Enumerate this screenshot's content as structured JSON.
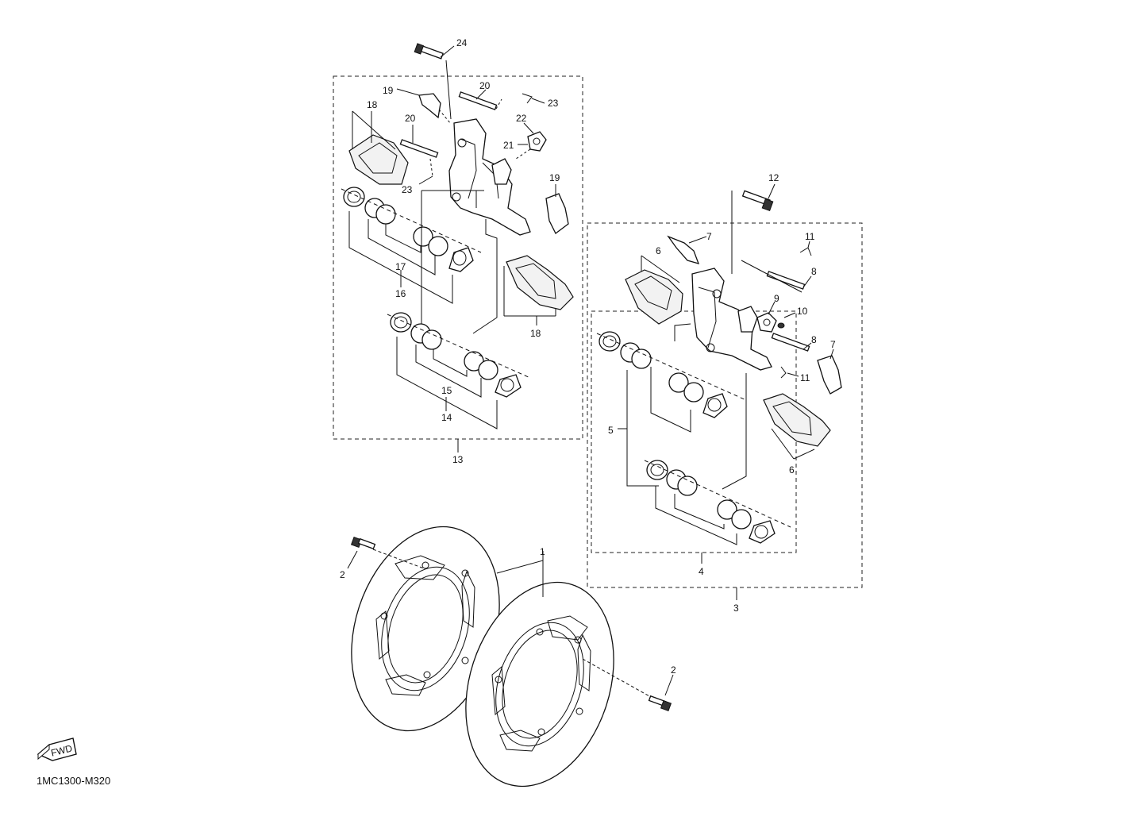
{
  "diagram": {
    "code": "1MC1300-M320",
    "fwd_badge": "FWD",
    "callouts": [
      "1",
      "2",
      "2",
      "3",
      "4",
      "5",
      "6",
      "6",
      "7",
      "7",
      "8",
      "8",
      "9",
      "10",
      "11",
      "11",
      "12",
      "13",
      "14",
      "15",
      "16",
      "17",
      "18",
      "18",
      "19",
      "19",
      "20",
      "20",
      "21",
      "22",
      "23",
      "23",
      "24"
    ]
  }
}
